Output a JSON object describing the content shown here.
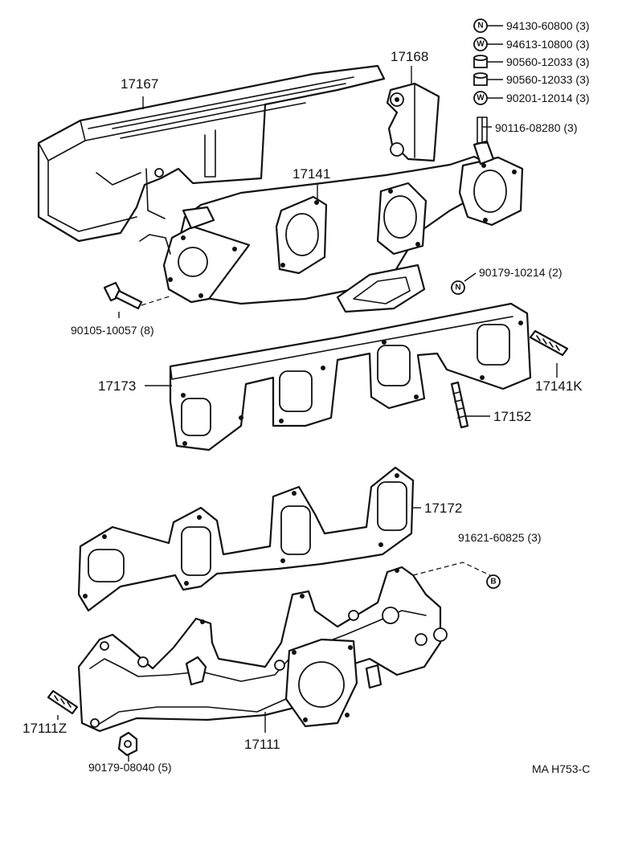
{
  "parts": {
    "heat_insulator": "17167",
    "insulator_bracket": "17168",
    "exhaust_manifold_upper": "17141",
    "bolt_main": "90105-10057 (8)",
    "nut_upper": "90179-10214 (2)",
    "gasket_plate": "17173",
    "stud_upper": "17141K",
    "stud_mid": "17152",
    "gasket": "17172",
    "bolt_b": "91621-60825 (3)",
    "manifold_lower": "17111",
    "stud_lower": "17111Z",
    "nut_lower": "90179-08040 (5)"
  },
  "legend": [
    {
      "symbol": "N",
      "part": "94130-60800 (3)"
    },
    {
      "symbol": "W",
      "part": "94613-10800 (3)"
    },
    {
      "symbol": "",
      "part": "90560-12033 (3)"
    },
    {
      "symbol": "",
      "part": "90560-12033 (3)"
    },
    {
      "symbol": "W",
      "part": "90201-12014 (3)"
    },
    {
      "symbol": "",
      "part": "90116-08280 (3)"
    }
  ],
  "callout_symbols": {
    "nut_upper": "N",
    "bolt_b": "B"
  },
  "figure_code": "MA H753-C"
}
